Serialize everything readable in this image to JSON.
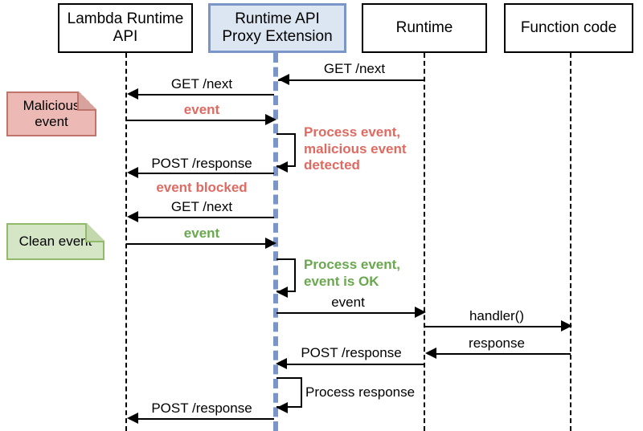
{
  "diagram": {
    "title": "Runtime API Proxy Extension sequence diagram",
    "colors": {
      "accent_border": "#7a95c8",
      "accent_fill": "#dce6f2",
      "danger_text": "#df6a62",
      "success_text": "#6aa84f",
      "note_red_fill": "#ecb9b4",
      "note_red_border": "#c0756c",
      "note_green_fill": "#d5e6c6",
      "note_green_border": "#93b96a",
      "line": "#000000"
    },
    "participants": [
      {
        "id": "lambda-runtime-api",
        "label": "Lambda Runtime\nAPI",
        "accent": false
      },
      {
        "id": "runtime-api-proxy-extension",
        "label": "Runtime API\nProxy Extension",
        "accent": true
      },
      {
        "id": "runtime",
        "label": "Runtime",
        "accent": false
      },
      {
        "id": "function-code",
        "label": "Function code",
        "accent": false
      }
    ],
    "notes": [
      {
        "id": "malicious-event-note",
        "label": "Malicious\nevent",
        "tone": "red"
      },
      {
        "id": "clean-event-note",
        "label": "Clean event",
        "tone": "green"
      }
    ],
    "messages": [
      {
        "id": "get-next-runtime-to-proxy",
        "label": "GET /next",
        "tone": "plain",
        "from": "runtime",
        "to": "runtime-api-proxy-extension",
        "direction": "left"
      },
      {
        "id": "get-next-proxy-to-api",
        "label": "GET /next",
        "tone": "plain",
        "from": "runtime-api-proxy-extension",
        "to": "lambda-runtime-api",
        "direction": "left"
      },
      {
        "id": "event-malicious",
        "label": "event",
        "tone": "red",
        "from": "lambda-runtime-api",
        "to": "runtime-api-proxy-extension",
        "direction": "right"
      },
      {
        "id": "post-response-blocked",
        "label": "POST /response",
        "tone": "plain",
        "from": "runtime-api-proxy-extension",
        "to": "lambda-runtime-api",
        "direction": "left"
      },
      {
        "id": "event-blocked",
        "label": "event blocked",
        "tone": "red",
        "from": "runtime-api-proxy-extension",
        "to": "lambda-runtime-api",
        "direction": "none"
      },
      {
        "id": "get-next-proxy-to-api-2",
        "label": "GET /next",
        "tone": "plain",
        "from": "runtime-api-proxy-extension",
        "to": "lambda-runtime-api",
        "direction": "left"
      },
      {
        "id": "event-clean",
        "label": "event",
        "tone": "green",
        "from": "lambda-runtime-api",
        "to": "runtime-api-proxy-extension",
        "direction": "right"
      },
      {
        "id": "event-to-runtime",
        "label": "event",
        "tone": "plain",
        "from": "runtime-api-proxy-extension",
        "to": "runtime",
        "direction": "right"
      },
      {
        "id": "handler-call",
        "label": "handler()",
        "tone": "plain",
        "from": "runtime",
        "to": "function-code",
        "direction": "right"
      },
      {
        "id": "response-from-function",
        "label": "response",
        "tone": "plain",
        "from": "function-code",
        "to": "runtime",
        "direction": "left"
      },
      {
        "id": "post-response-runtime-to-proxy",
        "label": "POST /response",
        "tone": "plain",
        "from": "runtime",
        "to": "runtime-api-proxy-extension",
        "direction": "left"
      },
      {
        "id": "post-response-proxy-to-api",
        "label": "POST /response",
        "tone": "plain",
        "from": "runtime-api-proxy-extension",
        "to": "lambda-runtime-api",
        "direction": "left"
      }
    ],
    "self_calls": [
      {
        "id": "process-malicious-event",
        "label": "Process event,\nmalicious event\ndetected",
        "tone": "red",
        "on": "runtime-api-proxy-extension"
      },
      {
        "id": "process-clean-event",
        "label": "Process event,\nevent is OK",
        "tone": "green",
        "on": "runtime-api-proxy-extension"
      },
      {
        "id": "process-response",
        "label": "Process response",
        "tone": "plain",
        "on": "runtime-api-proxy-extension"
      }
    ]
  }
}
